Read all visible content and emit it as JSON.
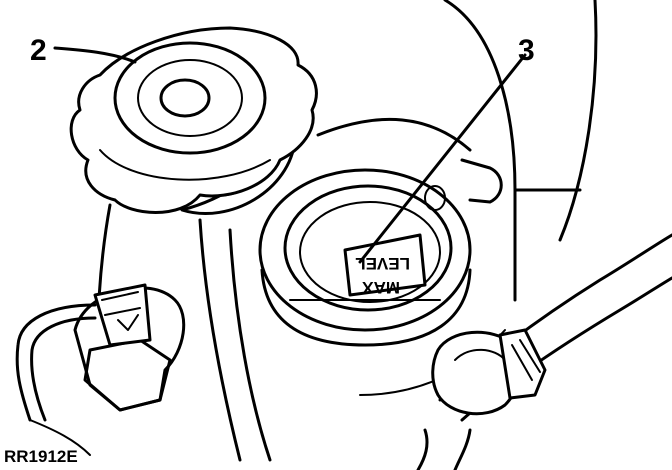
{
  "callouts": [
    {
      "id": "2",
      "label": "2"
    },
    {
      "id": "3",
      "label": "3"
    }
  ],
  "level_mark": {
    "line1": "LEVEL",
    "line2": "MAX"
  },
  "figure_ref": "RR1912E"
}
